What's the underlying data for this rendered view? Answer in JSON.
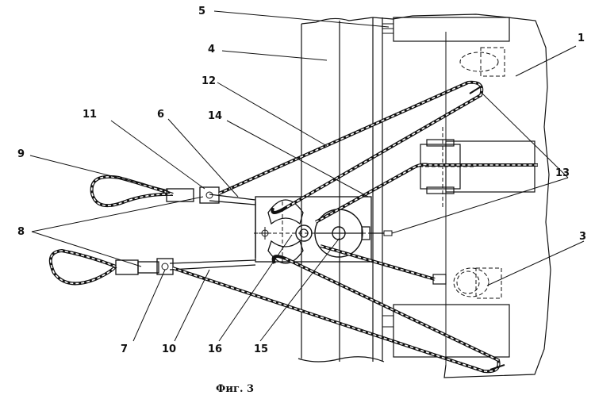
{
  "caption": "Фиг. 3",
  "labels": {
    "l1": "1",
    "l3": "3",
    "l4": "4",
    "l5": "5",
    "l6": "6",
    "l7": "7",
    "l8": "8",
    "l9": "9",
    "l10": "10",
    "l11": "11",
    "l12": "12",
    "l13": "13",
    "l14": "14",
    "l15": "15",
    "l16": "16"
  }
}
